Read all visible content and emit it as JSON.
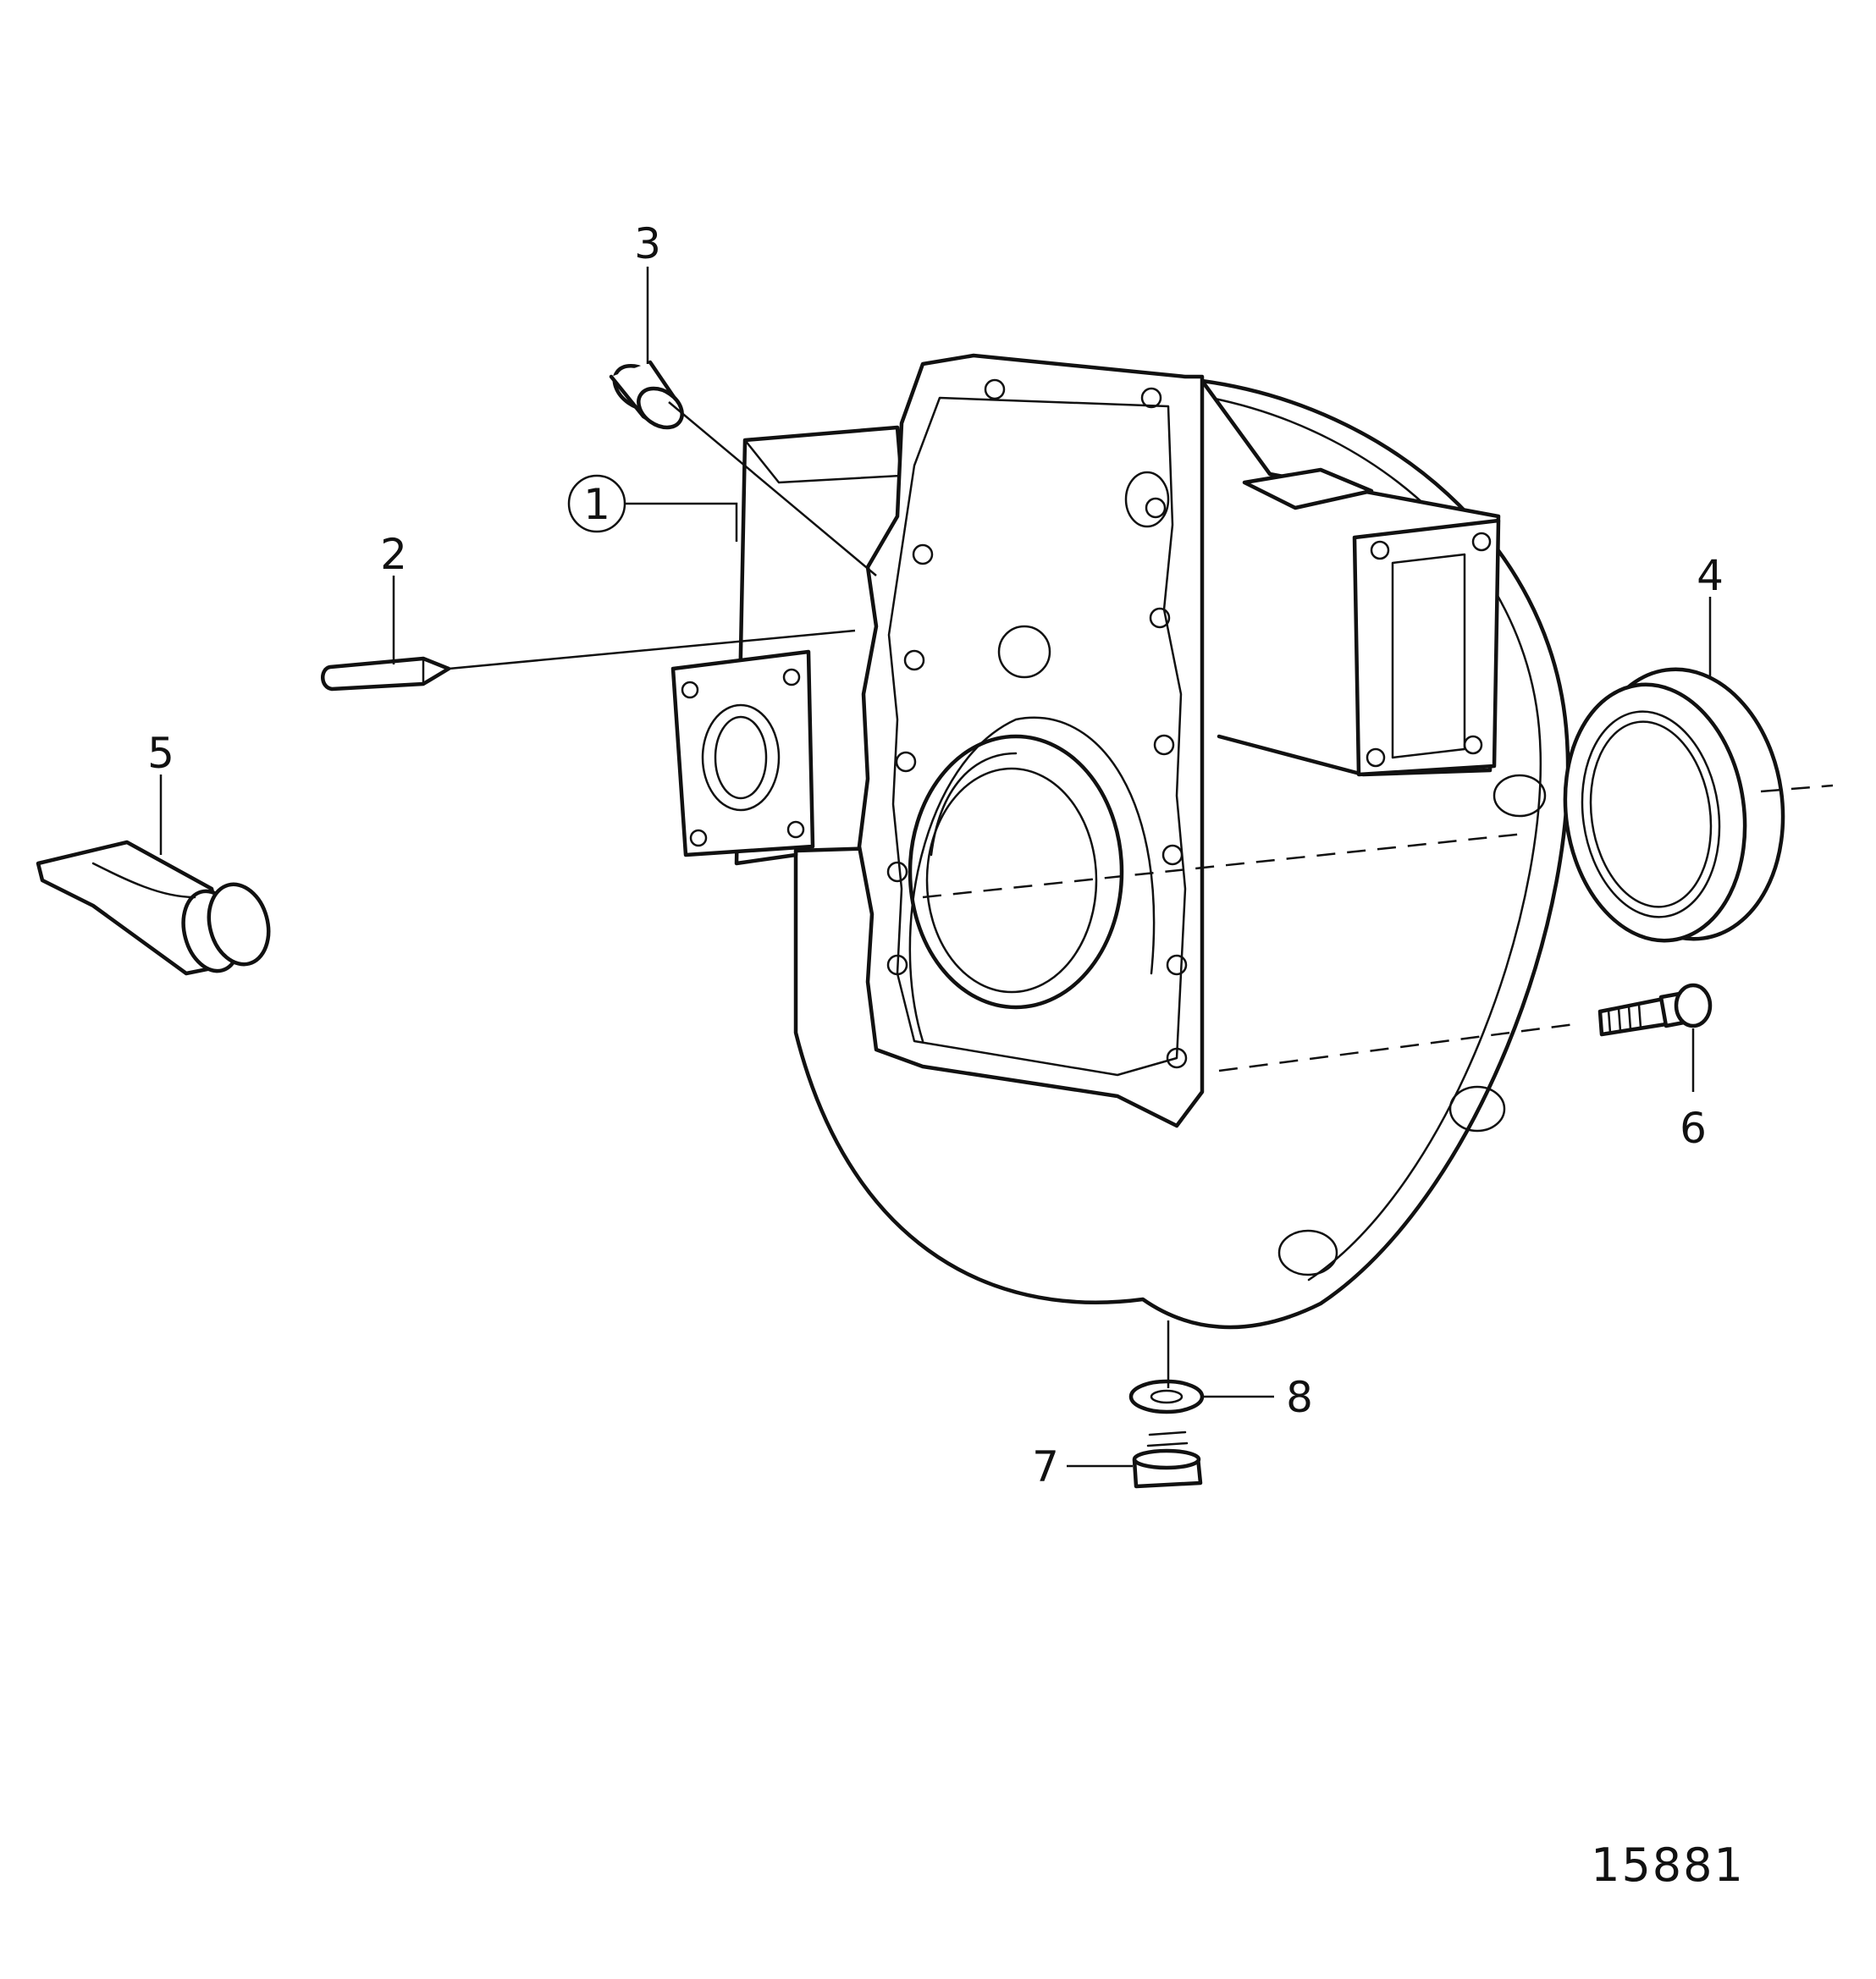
{
  "diagram": {
    "figure_number": "15881",
    "callouts": [
      {
        "id": "1",
        "circled": true
      },
      {
        "id": "2",
        "circled": false
      },
      {
        "id": "3",
        "circled": false
      },
      {
        "id": "4",
        "circled": false
      },
      {
        "id": "5",
        "circled": false
      },
      {
        "id": "6",
        "circled": false
      },
      {
        "id": "7",
        "circled": false
      },
      {
        "id": "8",
        "circled": false
      }
    ]
  }
}
